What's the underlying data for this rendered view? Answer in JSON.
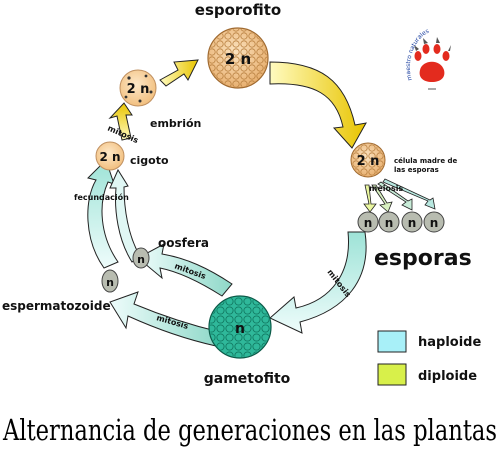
{
  "title": "Alternancia de generaciones en las plantas",
  "labels": {
    "esporofito": "esporofito",
    "embrion": "embrión",
    "cigoto": "cigoto",
    "fecundacion": "fecundación",
    "mitosis_embrion": "mitosis",
    "celula_madre": "célula madre de",
    "celula_madre_2": "las esporas",
    "meiosis": "meiosis",
    "esporas": "esporas",
    "mitosis_esporas": "mitosis",
    "oosfera": "oosfera",
    "mitosis_oosfera": "mitosis",
    "espermatozoide": "espermatozoide",
    "mitosis_esperm": "mitosis",
    "gametofito": "gametofito"
  },
  "cells": {
    "diploid": "2 n",
    "haploid": "n"
  },
  "legend": {
    "haploide": "haploide",
    "diploide": "diploide",
    "haploide_color": "#a8f0f0",
    "diploide_color": "#d8f04a"
  },
  "logo": {
    "text": "maestro naturales"
  },
  "colors": {
    "arrow_yellow_start": "#fff9b0",
    "arrow_yellow_end": "#e8c800",
    "arrow_cyan_start": "#e6fbfb",
    "arrow_cyan_end": "#9ee3d7",
    "sporophyte_fill": "#f2c48a",
    "gametophyte_fill": "#2fb89a"
  }
}
